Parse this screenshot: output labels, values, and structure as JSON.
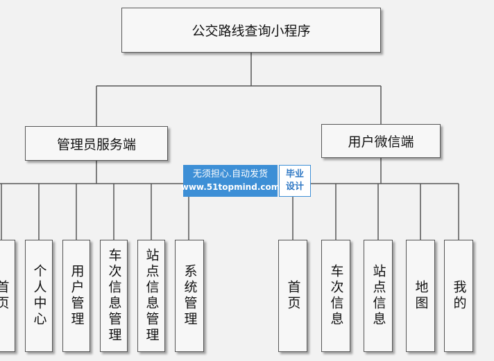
{
  "diagram": {
    "root": "公交路线查询小程序",
    "admin": {
      "title": "管理员服务端",
      "children": [
        "首页",
        "个人中心",
        "用户管理",
        "车次信息管理",
        "站点信息管理",
        "系统管理"
      ]
    },
    "user": {
      "title": "用户微信端",
      "children": [
        "首页",
        "车次信息",
        "站点信息",
        "地图",
        "我的"
      ]
    }
  },
  "watermark": {
    "line1": "无须担心.自动发货",
    "line2": "www.51topmind.com",
    "badge": "毕业设计"
  },
  "colors": {
    "line": "#555555",
    "box_fill": "#f7f7f7",
    "watermark_blue": "#3d8fd6"
  }
}
